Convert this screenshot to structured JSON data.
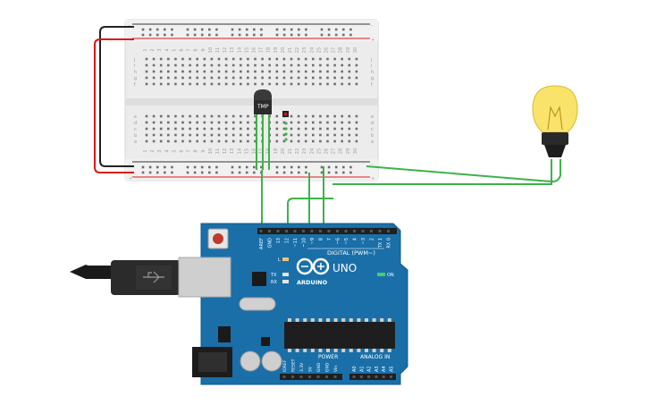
{
  "breadboard": {
    "row_letters_top": [
      "j",
      "i",
      "h",
      "g",
      "f"
    ],
    "row_letters_bottom": [
      "e",
      "d",
      "c",
      "b",
      "a"
    ],
    "column_count": 30,
    "rail_plus": "+",
    "rail_minus": "-"
  },
  "sensor": {
    "label": "TMP"
  },
  "arduino": {
    "brand": "ARDUINO",
    "model": "UNO",
    "digital_header_label": "DIGITAL (PWM~)",
    "power_header_label": "POWER",
    "analog_header_label": "ANALOG IN",
    "on_label": "ON",
    "led_l": "L",
    "led_tx": "TX",
    "led_rx": "RX",
    "digital_pins": [
      "AREF",
      "GND",
      "13",
      "12",
      "~11",
      "~10",
      "~9",
      "8",
      "7",
      "~6",
      "~5",
      "4",
      "~3",
      "2",
      "TX 1",
      "RX 0"
    ],
    "power_pins": [
      "IOREF",
      "RESET",
      "3.3V",
      "5V",
      "GND",
      "GND",
      "Vin"
    ],
    "analog_pins": [
      "A0",
      "A1",
      "A2",
      "A3",
      "A4",
      "A5"
    ]
  },
  "colors": {
    "wire_green": "#3cb34a",
    "wire_red": "#e0161b",
    "wire_black": "#222222",
    "board_blue": "#1a6fa8",
    "breadboard": "#eeeeee",
    "bulb_yellow": "#f9e36a"
  }
}
